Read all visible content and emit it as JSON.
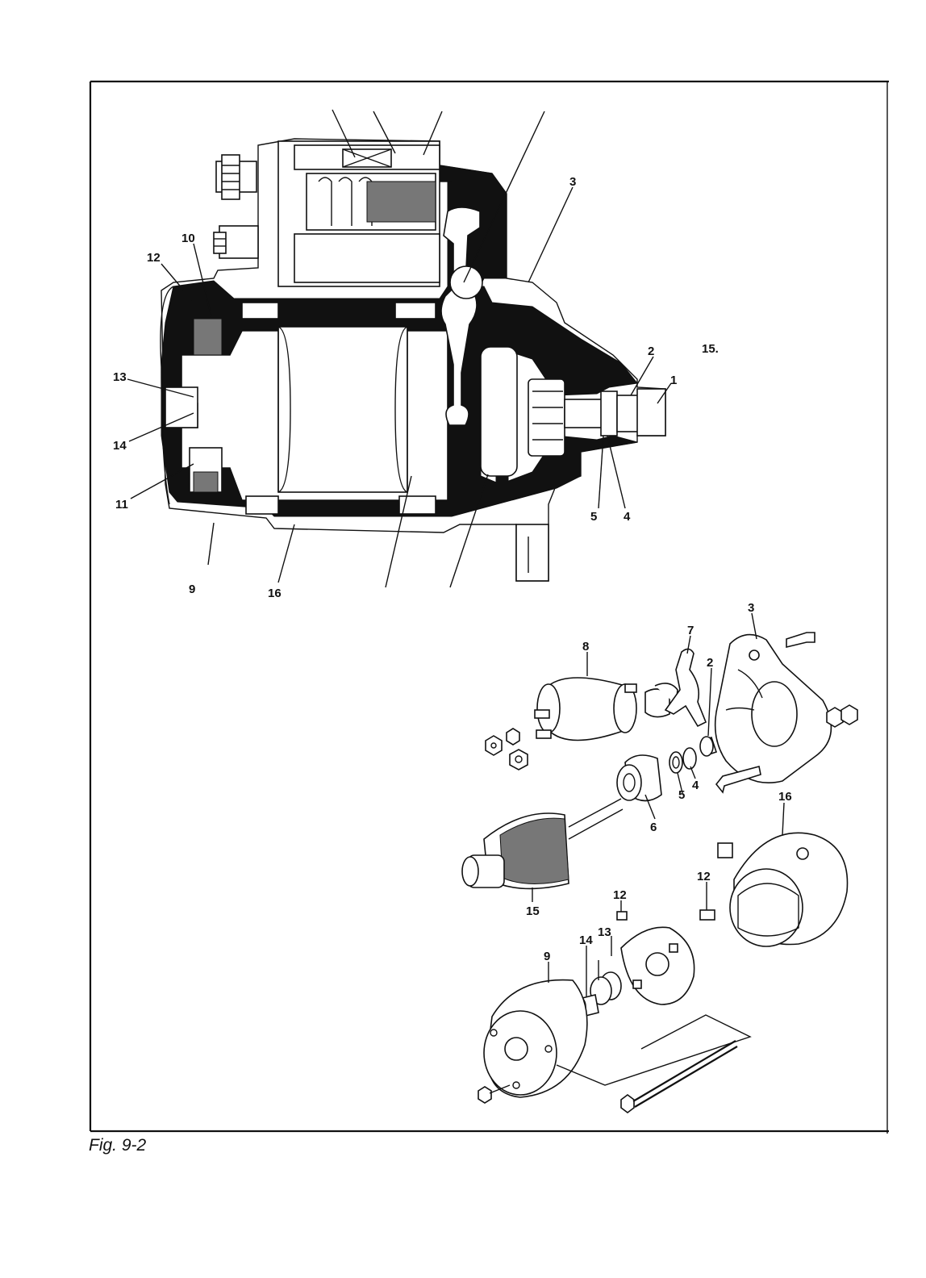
{
  "caption": "Fig. 9-2",
  "cutaway_callouts": {
    "c1": "1",
    "c2": "2",
    "c3": "3",
    "c4": "4",
    "c5": "5",
    "c9": "9",
    "c10": "10",
    "c11": "11",
    "c12": "12",
    "c13": "13",
    "c14": "14",
    "c15": "15.",
    "c16": "16"
  },
  "exploded_callouts": {
    "e2": "2",
    "e3": "3",
    "e4": "4",
    "e5": "5",
    "e6": "6",
    "e7": "7",
    "e8": "8",
    "e9": "9",
    "e12a": "12",
    "e12b": "12",
    "e13": "13",
    "e14": "14",
    "e15": "15",
    "e16": "16"
  }
}
